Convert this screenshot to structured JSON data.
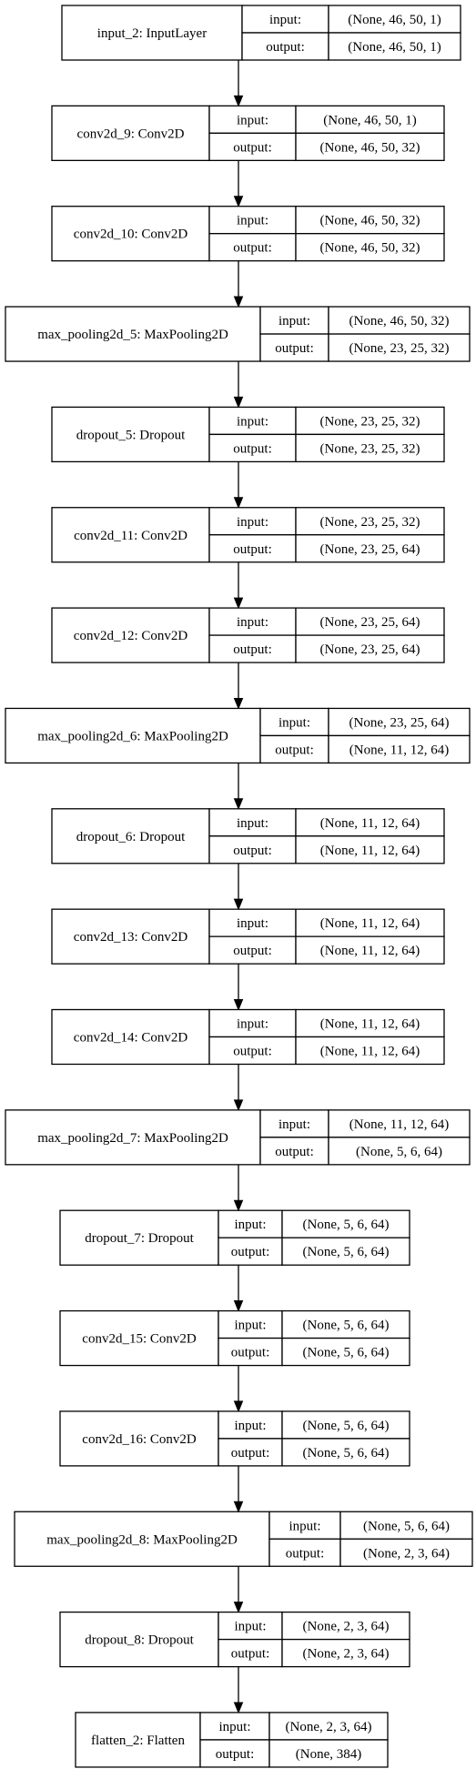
{
  "diagram": {
    "labels": {
      "input": "input:",
      "output": "output:"
    },
    "layers": [
      {
        "name": "input_2: InputLayer",
        "input": "(None, 46, 50, 1)",
        "output": "(None, 46, 50, 1)"
      },
      {
        "name": "conv2d_9: Conv2D",
        "input": "(None, 46, 50, 1)",
        "output": "(None, 46, 50, 32)"
      },
      {
        "name": "conv2d_10: Conv2D",
        "input": "(None, 46, 50, 32)",
        "output": "(None, 46, 50, 32)"
      },
      {
        "name": "max_pooling2d_5: MaxPooling2D",
        "input": "(None, 46, 50, 32)",
        "output": "(None, 23, 25, 32)"
      },
      {
        "name": "dropout_5: Dropout",
        "input": "(None, 23, 25, 32)",
        "output": "(None, 23, 25, 32)"
      },
      {
        "name": "conv2d_11: Conv2D",
        "input": "(None, 23, 25, 32)",
        "output": "(None, 23, 25, 64)"
      },
      {
        "name": "conv2d_12: Conv2D",
        "input": "(None, 23, 25, 64)",
        "output": "(None, 23, 25, 64)"
      },
      {
        "name": "max_pooling2d_6: MaxPooling2D",
        "input": "(None, 23, 25, 64)",
        "output": "(None, 11, 12, 64)"
      },
      {
        "name": "dropout_6: Dropout",
        "input": "(None, 11, 12, 64)",
        "output": "(None, 11, 12, 64)"
      },
      {
        "name": "conv2d_13: Conv2D",
        "input": "(None, 11, 12, 64)",
        "output": "(None, 11, 12, 64)"
      },
      {
        "name": "conv2d_14: Conv2D",
        "input": "(None, 11, 12, 64)",
        "output": "(None, 11, 12, 64)"
      },
      {
        "name": "max_pooling2d_7: MaxPooling2D",
        "input": "(None, 11, 12, 64)",
        "output": "(None, 5, 6, 64)"
      },
      {
        "name": "dropout_7: Dropout",
        "input": "(None, 5, 6, 64)",
        "output": "(None, 5, 6, 64)"
      },
      {
        "name": "conv2d_15: Conv2D",
        "input": "(None, 5, 6, 64)",
        "output": "(None, 5, 6, 64)"
      },
      {
        "name": "conv2d_16: Conv2D",
        "input": "(None, 5, 6, 64)",
        "output": "(None, 5, 6, 64)"
      },
      {
        "name": "max_pooling2d_8: MaxPooling2D",
        "input": "(None, 5, 6, 64)",
        "output": "(None, 2, 3, 64)"
      },
      {
        "name": "dropout_8: Dropout",
        "input": "(None, 2, 3, 64)",
        "output": "(None, 2, 3, 64)"
      },
      {
        "name": "flatten_2: Flatten",
        "input": "(None, 2, 3, 64)",
        "output": "(None, 384)"
      }
    ]
  }
}
